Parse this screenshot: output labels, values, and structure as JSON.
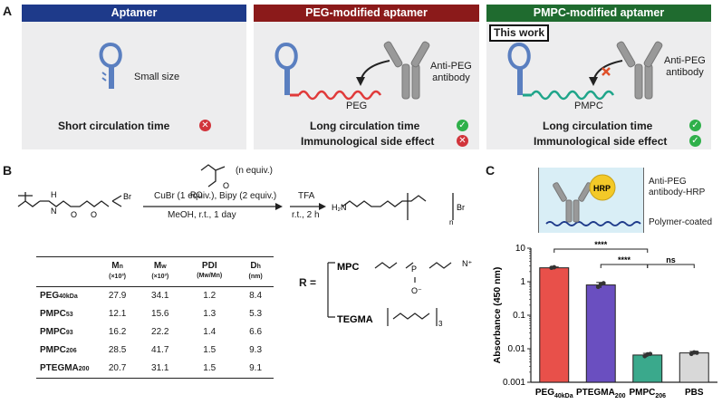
{
  "panel_a": {
    "label": "A",
    "col1": {
      "title": "Aptamer",
      "size_text": "Small size",
      "feature": "Short circulation time"
    },
    "col2": {
      "title": "PEG-modified aptamer",
      "antibody": "Anti-PEG\nantibody",
      "polymer": "PEG",
      "feature1": "Long circulation time",
      "feature2": "Immunological side effect"
    },
    "col3": {
      "title": "PMPC-modified aptamer",
      "tag": "This work",
      "antibody": "Anti-PEG\nantibody",
      "polymer": "PMPC",
      "feature1": "Long circulation time",
      "feature2": "Immunological side effect"
    },
    "colors": {
      "aptamer_header": "#1e3a8a",
      "peg_header": "#8b1a1a",
      "pmpc_header": "#1f6b2f",
      "peg_chain": "#e03a3a",
      "pmpc_chain": "#1fa58a",
      "aptamer": "#5a7fc0"
    }
  },
  "panel_b": {
    "label": "B",
    "monomer_equiv": "(n equiv.)",
    "cond1": "CuBr (1 equiv.), Bipy (2 equiv.)",
    "cond2": "MeOH, r.t., 1 day",
    "cond3": "TFA",
    "cond4": "r.t., 2 h",
    "r_label": "R =",
    "r_options": [
      "MPC",
      "TEGMA"
    ],
    "table": {
      "headers": [
        {
          "main": "M",
          "sub": "n",
          "unit": "(×10³)"
        },
        {
          "main": "M",
          "sub": "w",
          "unit": "(×10³)"
        },
        {
          "main": "PDI",
          "sub": "",
          "unit": "(Mw/Mn)"
        },
        {
          "main": "D",
          "sub": "h",
          "unit": "(nm)"
        }
      ],
      "rows": [
        {
          "name": "PEG",
          "sub": "40kDa",
          "vals": [
            "27.9",
            "34.1",
            "1.2",
            "8.4"
          ]
        },
        {
          "name": "PMPC",
          "sub": "53",
          "vals": [
            "12.1",
            "15.6",
            "1.3",
            "5.3"
          ]
        },
        {
          "name": "PMPC",
          "sub": "93",
          "vals": [
            "16.2",
            "22.2",
            "1.4",
            "6.6"
          ]
        },
        {
          "name": "PMPC",
          "sub": "206",
          "vals": [
            "28.5",
            "41.7",
            "1.5",
            "9.3"
          ]
        },
        {
          "name": "PTEGMA",
          "sub": "200",
          "vals": [
            "20.7",
            "31.1",
            "1.5",
            "9.1"
          ]
        }
      ]
    }
  },
  "panel_c": {
    "label": "C",
    "inset_text1": "Anti-PEG\nantibody-HRP",
    "inset_text2": "Polymer-coated",
    "inset_hrp": "HRP",
    "sig1": "****",
    "sig2": "****",
    "sig3": "ns"
  },
  "chart_data": {
    "type": "bar",
    "ylabel": "Absorbance (450 nm)",
    "yscale": "log",
    "ylim": [
      0.001,
      10
    ],
    "yticks": [
      "0.001",
      "0.01",
      "0.1",
      "1",
      "10"
    ],
    "categories": [
      {
        "name": "PEG",
        "sub": "40kDa"
      },
      {
        "name": "PTEGMA",
        "sub": "200"
      },
      {
        "name": "PMPC",
        "sub": "206"
      },
      {
        "name": "PBS",
        "sub": ""
      }
    ],
    "values": [
      2.6,
      0.8,
      0.0065,
      0.0075
    ],
    "errors": [
      0.15,
      0.15,
      0.0008,
      0.0008
    ],
    "points": [
      [
        2.6,
        2.7
      ],
      [
        0.7,
        0.85,
        0.9
      ],
      [
        0.006,
        0.0068,
        0.007
      ],
      [
        0.007,
        0.0078,
        0.0076
      ]
    ],
    "colors": [
      "#e8504a",
      "#6a4fc0",
      "#3aa98c",
      "#d8d8d8"
    ]
  }
}
